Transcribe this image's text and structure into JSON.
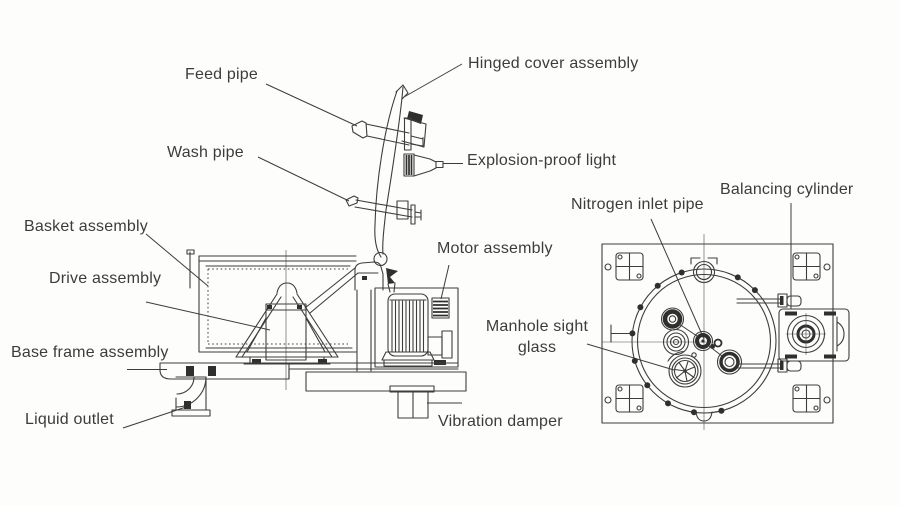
{
  "diagram": {
    "subject": "centrifuge-parts-diagram",
    "views": {
      "left": "side elevation view",
      "right": "top plan view"
    },
    "labels": {
      "feed_pipe": "Feed pipe",
      "hinged_cover_assembly": "Hinged cover assembly",
      "wash_pipe": "Wash pipe",
      "explosion_proof_light": "Explosion-proof light",
      "basket_assembly": "Basket assembly",
      "nitrogen_inlet_pipe": "Nitrogen inlet pipe",
      "balancing_cylinder": "Balancing cylinder",
      "drive_assembly": "Drive assembly",
      "motor_assembly": "Motor assembly",
      "manhole_sight_glass": "Manhole sight glass",
      "base_frame_assembly": "Base frame assembly",
      "liquid_outlet": "Liquid outlet",
      "vibration_damper": "Vibration damper"
    },
    "colors": {
      "background": "#fdfdfc",
      "line": "#3d3d3d",
      "text": "#3c3c3c"
    }
  }
}
